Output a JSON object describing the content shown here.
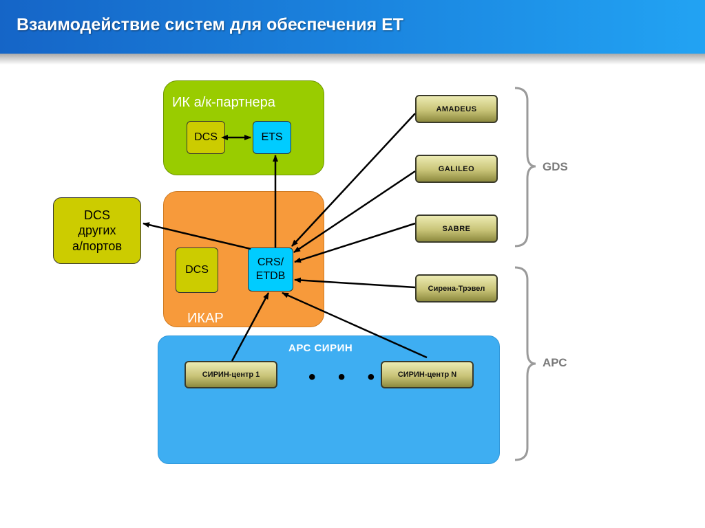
{
  "header": {
    "title": "Взаимодействие систем для обеспечения ET"
  },
  "regions": {
    "partner": "ИК а/к-партнера",
    "ikar": "ИКАР",
    "arc": "АРС СИРИН"
  },
  "nodes": {
    "partner_dcs": "DCS",
    "partner_ets": "ETS",
    "ikar_dcs": "DCS",
    "crs_line1": "CRS/",
    "crs_line2": "ETDB",
    "other_dcs_line1": "DCS",
    "other_dcs_line2": "других",
    "other_dcs_line3": "а/портов"
  },
  "systems": {
    "amadeus": "AMADEUS",
    "galileo": "GALILEO",
    "sabre": "SABRE",
    "sirena": "Сирена-Трэвел",
    "sirin_center_1": "СИРИН-центр 1",
    "sirin_center_n": "СИРИН-центр N",
    "dots": "• • •"
  },
  "braces": {
    "gds": "GDS",
    "arc": "АРС"
  },
  "colors": {
    "header_start": "#1565c7",
    "header_end": "#22a3f3",
    "partner_region": "#99cc00",
    "ikar_region": "#f79a3b",
    "arc_region": "#3eaef2",
    "node_yellow": "#cccc00",
    "node_cyan": "#00ccff"
  }
}
